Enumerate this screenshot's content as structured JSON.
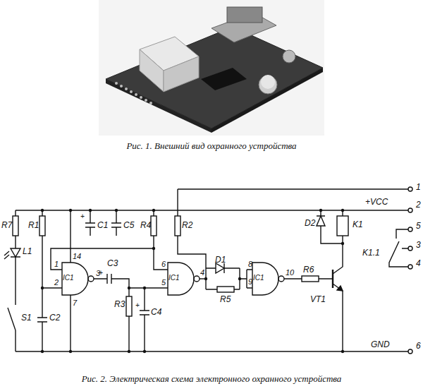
{
  "diagram": {
    "labels": [
      "Рис. 1. Внешний вид охранного устройства",
      "R7",
      "R1",
      "L1",
      "S1",
      "C2",
      "1",
      "2",
      "IC1",
      "14",
      "3",
      "7",
      "C1",
      "+",
      "C5",
      "C3",
      "+",
      "R3",
      "C4",
      "+",
      "R4",
      "R2",
      "6",
      "5",
      "IC1",
      "4",
      "D1",
      "R5",
      "8",
      "9",
      "IC1",
      "10",
      "R6",
      "VT1",
      "D2",
      "K1",
      "K1.1",
      "+VCC",
      "GND",
      "1",
      "2",
      "5",
      "3",
      "4",
      "6",
      "Рис. 2. Электрическая схема электронного охранного устройства"
    ]
  }
}
